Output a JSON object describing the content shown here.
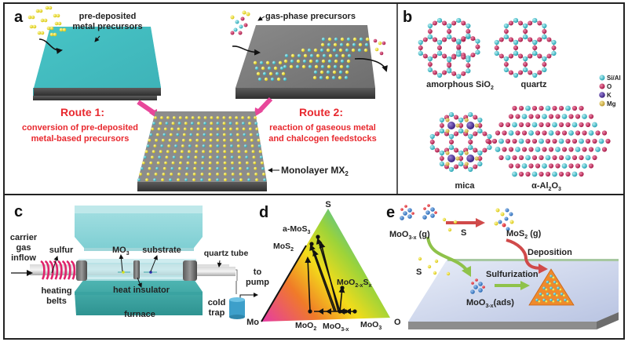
{
  "figure": {
    "panels": {
      "a": {
        "letter": "a",
        "label_predeposited": [
          "pre-deposited",
          "metal precursors"
        ],
        "label_gas_phase": "gas-phase precursors",
        "route1_title": "Route 1:",
        "route1_desc": [
          "conversion of pre-deposited",
          "metal-based precursors"
        ],
        "route2_title": "Route 2:",
        "route2_desc": [
          "reaction of gaseous metal",
          "and chalcogen feedstocks"
        ],
        "monolayer_label": "Monolayer MX",
        "monolayer_sub": "2"
      },
      "b": {
        "letter": "b",
        "structures": [
          {
            "name": "amorphous SiO",
            "sub": "2"
          },
          {
            "name": "quartz",
            "sub": ""
          },
          {
            "name": "mica",
            "sub": ""
          },
          {
            "name": "α-Al",
            "sub": "2",
            "tail": "O",
            "tail_sub": "3"
          }
        ],
        "legend": [
          {
            "label": "Si/Al",
            "color": "#2fbfc8"
          },
          {
            "label": "O",
            "color": "#c0174f"
          },
          {
            "label": "K",
            "color": "#4b2c91"
          },
          {
            "label": "Mg",
            "color": "#d4b43a"
          }
        ]
      },
      "c": {
        "letter": "c",
        "labels": {
          "carrier": [
            "carrier",
            "gas",
            "inflow"
          ],
          "sulfur": "sulfur",
          "heating_belts": [
            "heating",
            "belts"
          ],
          "mo3": "MO",
          "mo3_sub": "3",
          "substrate": "substrate",
          "heat_insulator": "heat insulator",
          "furnace": "furnace",
          "quartz_tube": "quartz tube",
          "to_pump": [
            "to",
            "pump"
          ],
          "cold_trap": [
            "cold",
            "trap"
          ]
        }
      },
      "d": {
        "letter": "d",
        "vertices": {
          "top": "S",
          "left": "Mo",
          "right": "O"
        },
        "labels": [
          {
            "text": "a-MoS",
            "sub": "3"
          },
          {
            "text": "MoS",
            "sub": "2"
          },
          {
            "text": "MoO",
            "sub": "2-x",
            "tail": "S",
            "tail_sub": "x"
          },
          {
            "text": "MoO",
            "sub": "2"
          },
          {
            "text": "MoO",
            "sub": "3-x"
          },
          {
            "text": "MoO",
            "sub": "3"
          }
        ]
      },
      "e": {
        "letter": "e",
        "labels": {
          "moo3x_g": "MoO",
          "moo3x_g_sub": "3-x",
          "moo3x_g_tail": " (g)",
          "s_top": "S",
          "s_left": "S",
          "mos2_g": "MoS",
          "mos2_g_sub": "2",
          "mos2_g_tail": " (g)",
          "deposition": "Deposition",
          "sulfurization": "Sulfurization",
          "moo3x_ads": "MoO",
          "moo3x_ads_sub": "3-x",
          "moo3x_ads_tail": "(ads)"
        }
      }
    },
    "colors": {
      "route_red": "#e8282e",
      "arrow_pink": "#e8479a",
      "teal_substrate": "#3fb8bd",
      "gray_substrate": "#7d7d7d",
      "sulfur_yellow": "#f2e51c",
      "metal_cyan": "#2fbfc8",
      "oxygen_red": "#c0174f",
      "furnace_teal": "#5ec3c3",
      "heating_belt": "#e0226b",
      "deposition_arrow": "#d04a4a",
      "sulfurization_arrow": "#8fc24a",
      "triangle_orange": "#ef8a2c"
    }
  }
}
